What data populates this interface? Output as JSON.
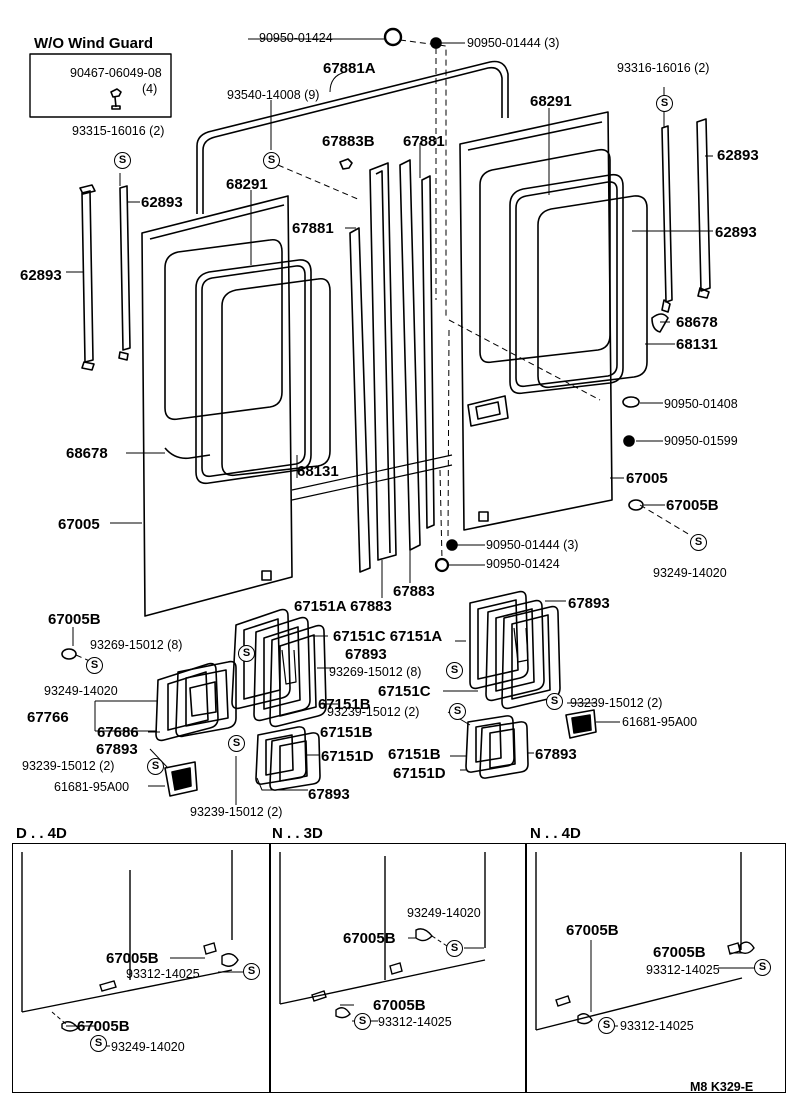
{
  "title_box": {
    "heading": "W/O Wind Guard",
    "part": "90467-06049-08",
    "qty": "(4)"
  },
  "screw_symbol": "S",
  "labels": {
    "p90950_01424_top": "90950-01424",
    "p90950_01444_top": "90950-01444 (3)",
    "p93316": "93316-16016 (2)",
    "p67881A": "67881A",
    "p93540": "93540-14008 (9)",
    "p68291_right": "68291",
    "p93315": "93315-16016 (2)",
    "p67883B": "67883B",
    "p67881_a": "67881",
    "p62893_rt": "62893",
    "p68291_left": "68291",
    "p62893_lt": "62893",
    "p67881_b": "67881",
    "p62893_rm": "62893",
    "p62893_lm": "62893",
    "p68678_right": "68678",
    "p68131_right": "68131",
    "p90950_01408": "90950-01408",
    "p68678_left": "68678",
    "p90950_01599": "90950-01599",
    "p68131_left": "68131",
    "p67005_right": "67005",
    "p67005B_right": "67005B",
    "p67005_left": "67005",
    "p90950_01444_bot": "90950-01444 (3)",
    "p93249_right": "93249-14020",
    "p90950_01424_bot": "90950-01424",
    "p67883": "67883",
    "p67005B_left": "67005B",
    "p67151A_67883": "67151A 67883",
    "p67893_r1": "67893",
    "p93269_left": "93269-15012 (8)",
    "p67151C_67151A": "67151C 67151A",
    "p67893_c1": "67893",
    "p93269_mid": "93269-15012 (8)",
    "p93249_left": "93249-14020",
    "p67151C": "67151C",
    "p93239_r": "93239-15012 (2)",
    "p67766": "67766",
    "p67151B_a": "67151B",
    "p93239_mid": "93239-15012 (2)",
    "p61681_r": "61681-95A00",
    "p67686": "67686",
    "p67151D_a": "67151D",
    "p67151B_b": "67151B",
    "p67893_l": "67893",
    "p67151D_b": "67151D",
    "p67893_rb": "67893",
    "p93239_left": "93239-15012 (2)",
    "p67893_cb": "67893",
    "p61681_l": "61681-95A00",
    "p93239_bot": "93239-15012 (2)"
  },
  "panels": [
    {
      "heading": "D . . 4D",
      "labels": [
        "67005B",
        "93312-14025",
        "67005B",
        "93249-14020"
      ]
    },
    {
      "heading": "N . . 3D",
      "labels": [
        "93249-14020",
        "67005B",
        "67005B",
        "93312-14025"
      ]
    },
    {
      "heading": "N . . 4D",
      "labels": [
        "67005B",
        "67005B",
        "93312-14025",
        "93312-14025"
      ]
    }
  ],
  "footer_code": "M8 K329-E"
}
